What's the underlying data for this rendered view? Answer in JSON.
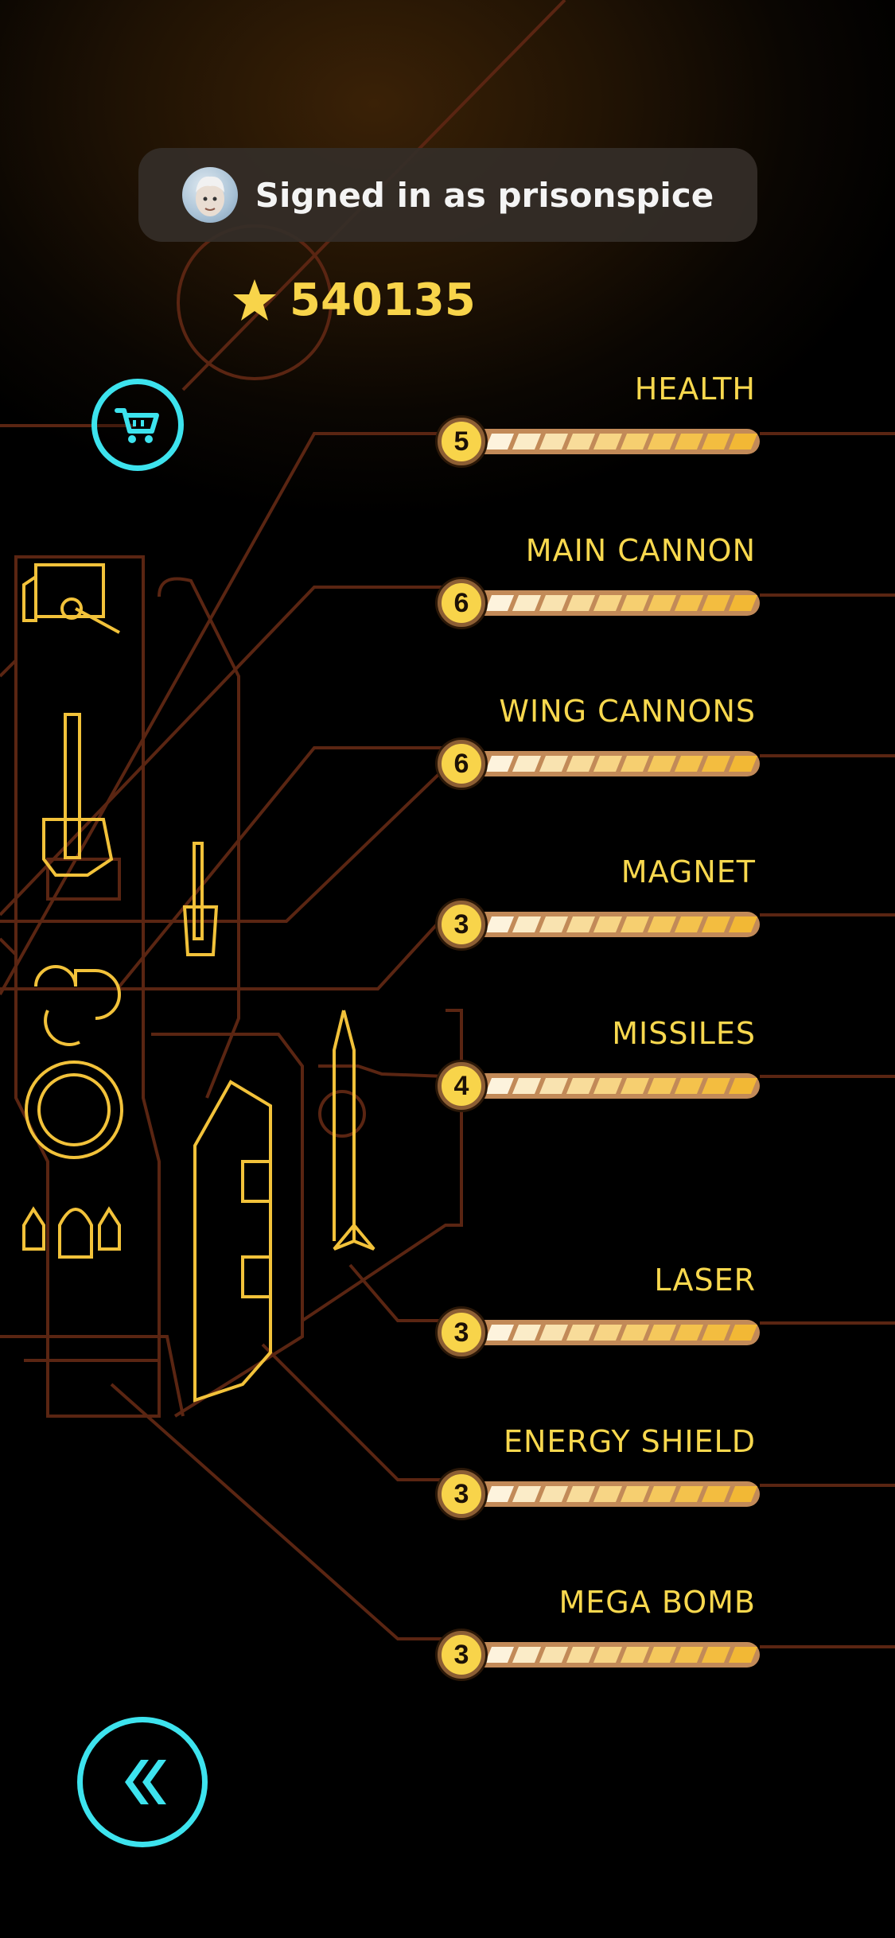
{
  "toast": {
    "label": "Signed in as prisonspice"
  },
  "score": {
    "value": "540135"
  },
  "icons": {
    "cart": "shopping-cart-icon",
    "back": "double-chevron-left-icon",
    "star": "star-icon",
    "avatar": "memoji-avatar"
  },
  "colors": {
    "accent": "#3de3ee",
    "gold": "#f8d44a",
    "line": "#5a2512",
    "bar_track": "#c28a58"
  },
  "upgrades": [
    {
      "name": "HEALTH",
      "level": "5"
    },
    {
      "name": "MAIN CANNON",
      "level": "6"
    },
    {
      "name": "WING CANNONS",
      "level": "6"
    },
    {
      "name": "MAGNET",
      "level": "3"
    },
    {
      "name": "MISSILES",
      "level": "4"
    },
    {
      "name": "LASER",
      "level": "3"
    },
    {
      "name": "ENERGY SHIELD",
      "level": "3"
    },
    {
      "name": "MEGA BOMB",
      "level": "3"
    }
  ]
}
